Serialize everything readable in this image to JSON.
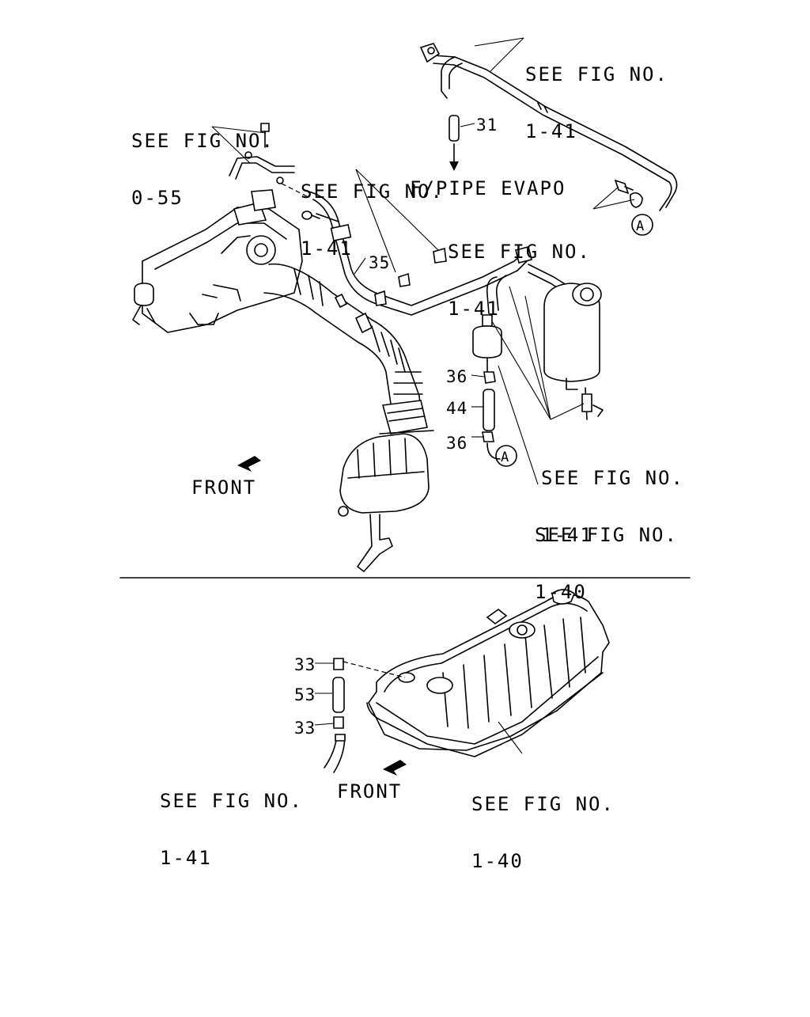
{
  "top_view": {
    "refs": {
      "fig_041_a": {
        "line1": "SEE FIG NO.",
        "line2": "1-41"
      },
      "fig_055": {
        "line1": "SEE FIG NO.",
        "line2": "0-55"
      },
      "fig_041_b": {
        "line1": "SEE FIG NO.",
        "line2": "1-41"
      },
      "pipe_evapo": "F/PIPE EVAPO",
      "fig_041_c": {
        "line1": "SEE FIG NO.",
        "line2": "1-41"
      },
      "fig_041_d": {
        "line1": "SEE FIG NO.",
        "line2": "1-41"
      },
      "fig_040": {
        "line1": "SEE FIG NO.",
        "line2": "1-40"
      }
    },
    "parts": {
      "p31": "31",
      "p35": "35",
      "p36_upper": "36",
      "p44": "44",
      "p36_lower": "36"
    },
    "connector_marker": "A",
    "front_label": "FRONT"
  },
  "bottom_view": {
    "refs": {
      "fig_041": {
        "line1": "SEE FIG NO.",
        "line2": "1-41"
      },
      "fig_040": {
        "line1": "SEE FIG NO.",
        "line2": "1-40"
      }
    },
    "parts": {
      "p33_upper": "33",
      "p53": "53",
      "p33_lower": "33"
    },
    "front_label": "FRONT"
  }
}
